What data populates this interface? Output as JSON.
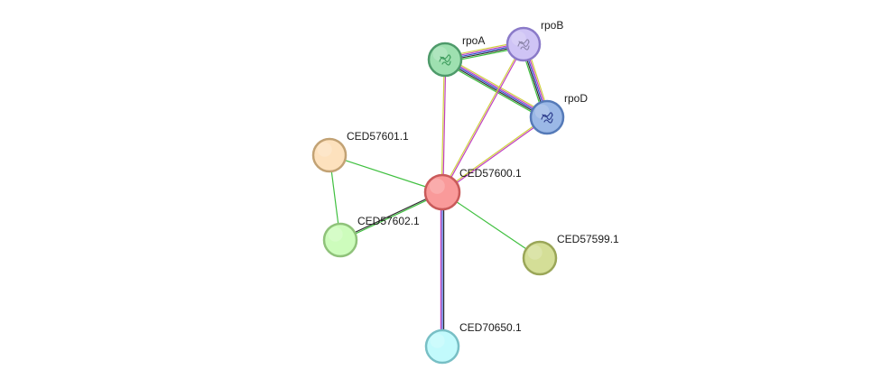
{
  "nodes": [
    {
      "id": "CED57600.1",
      "label": "CED57600.1",
      "fill": "#f99a9a",
      "stroke": "#c95a5a",
      "query": true
    },
    {
      "id": "rpoA",
      "label": "rpoA",
      "fill": "#9ee0b0",
      "stroke": "#4e9a6a",
      "structure_icon": true,
      "icon_color": "#3a9a5a"
    },
    {
      "id": "rpoB",
      "label": "rpoB",
      "fill": "#cfc4f5",
      "stroke": "#8a7ac8",
      "structure_icon": true,
      "icon_color": "#8a84a8"
    },
    {
      "id": "rpoD",
      "label": "rpoD",
      "fill": "#9bb8e6",
      "stroke": "#557ab8",
      "structure_icon": true,
      "icon_color": "#2a3a8a"
    },
    {
      "id": "CED57601.1",
      "label": "CED57601.1",
      "fill": "#fde1bd",
      "stroke": "#c2a274"
    },
    {
      "id": "CED57602.1",
      "label": "CED57602.1",
      "fill": "#cdfcbc",
      "stroke": "#8fc27a"
    },
    {
      "id": "CED57599.1",
      "label": "CED57599.1",
      "fill": "#d4de97",
      "stroke": "#9aa658"
    },
    {
      "id": "CED70650.1",
      "label": "CED70650.1",
      "fill": "#c2fafc",
      "stroke": "#78bfc5"
    }
  ],
  "edges": [
    {
      "source": "rpoA",
      "target": "rpoB",
      "colors": [
        "#d0d040",
        "#c040c0",
        "#3050d0",
        "#303030",
        "#40c040"
      ]
    },
    {
      "source": "rpoA",
      "target": "rpoD",
      "colors": [
        "#d0d040",
        "#c040c0",
        "#3050d0",
        "#303030",
        "#40c040"
      ]
    },
    {
      "source": "rpoB",
      "target": "rpoD",
      "colors": [
        "#d0d040",
        "#c040c0",
        "#3050d0",
        "#303030",
        "#40c040"
      ]
    },
    {
      "source": "CED57600.1",
      "target": "rpoA",
      "colors": [
        "#d0d040",
        "#c040c0"
      ]
    },
    {
      "source": "CED57600.1",
      "target": "rpoB",
      "colors": [
        "#d0d040",
        "#c040c0"
      ]
    },
    {
      "source": "CED57600.1",
      "target": "rpoD",
      "colors": [
        "#d0d040",
        "#c040c0"
      ]
    },
    {
      "source": "CED57600.1",
      "target": "CED57601.1",
      "colors": [
        "#40c040"
      ]
    },
    {
      "source": "CED57601.1",
      "target": "CED57602.1",
      "colors": [
        "#40c040"
      ]
    },
    {
      "source": "CED57600.1",
      "target": "CED57602.1",
      "colors": [
        "#40c040",
        "#303030"
      ]
    },
    {
      "source": "CED57600.1",
      "target": "CED57599.1",
      "colors": [
        "#40c040"
      ]
    },
    {
      "source": "CED57600.1",
      "target": "CED70650.1",
      "colors": [
        "#303030",
        "#3050d0",
        "#c040c0"
      ]
    }
  ]
}
